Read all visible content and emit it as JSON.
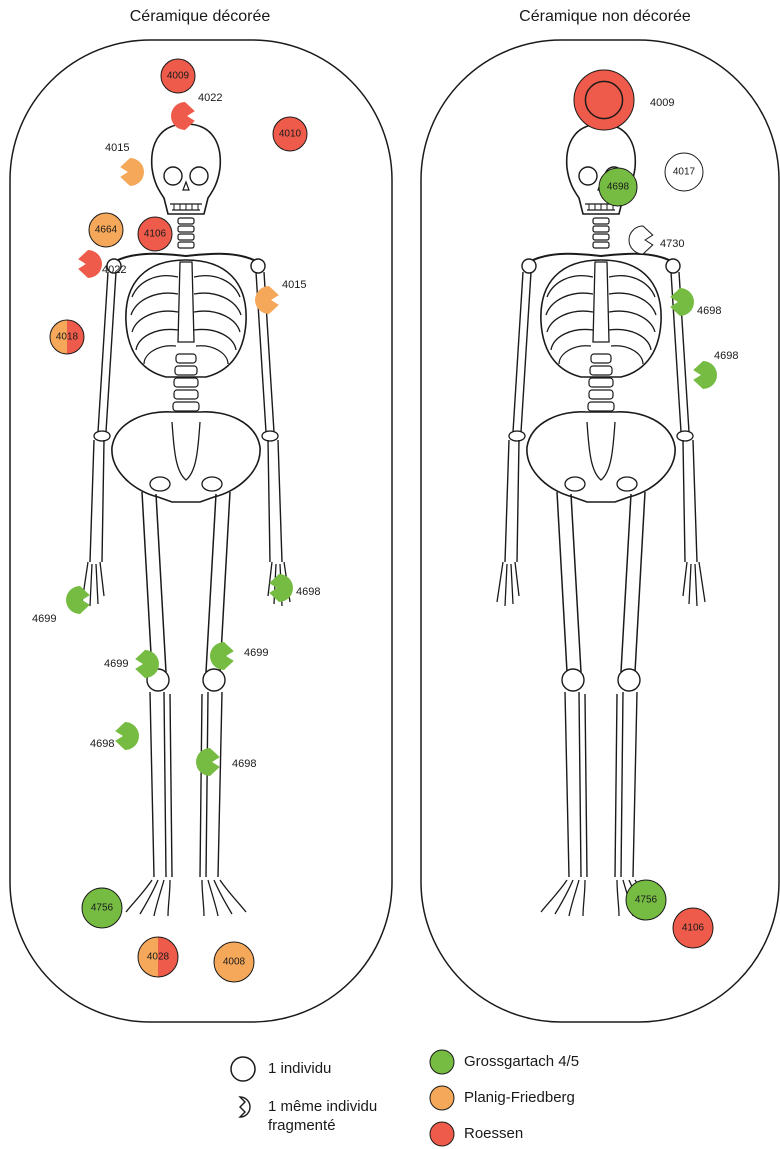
{
  "panels": {
    "left": {
      "title": "Céramique décorée"
    },
    "right": {
      "title": "Céramique non décorée"
    }
  },
  "colors": {
    "grossgartach": "#76bc43",
    "planig": "#f6a85a",
    "roessen": "#ef5b4a",
    "outline": "#1a1a1a",
    "blank": "#ffffff"
  },
  "left_markers": [
    {
      "label": "4009",
      "type": "circle",
      "color": "roessen",
      "label_inside": true
    },
    {
      "label": "4022",
      "type": "fragment",
      "color": "roessen"
    },
    {
      "label": "4010",
      "type": "circle",
      "color": "roessen",
      "label_inside": true
    },
    {
      "label": "4015",
      "type": "fragment",
      "color": "planig"
    },
    {
      "label": "4664",
      "type": "circle",
      "color": "planig",
      "label_inside": true
    },
    {
      "label": "4106",
      "type": "circle",
      "color": "roessen",
      "label_inside": true
    },
    {
      "label": "4022",
      "type": "fragment",
      "color": "roessen"
    },
    {
      "label": "4015",
      "type": "fragment",
      "color": "planig"
    },
    {
      "label": "4018",
      "type": "split",
      "color": "planig",
      "color2": "roessen",
      "label_inside": true
    },
    {
      "label": "4699",
      "type": "fragment",
      "color": "grossgartach"
    },
    {
      "label": "4698",
      "type": "fragment",
      "color": "grossgartach"
    },
    {
      "label": "4699",
      "type": "fragment",
      "color": "grossgartach"
    },
    {
      "label": "4699",
      "type": "fragment",
      "color": "grossgartach"
    },
    {
      "label": "4698",
      "type": "fragment",
      "color": "grossgartach"
    },
    {
      "label": "4698",
      "type": "fragment",
      "color": "grossgartach"
    },
    {
      "label": "4756",
      "type": "circle",
      "color": "grossgartach",
      "label_inside": true
    },
    {
      "label": "4028",
      "type": "split",
      "color": "planig",
      "color2": "roessen",
      "label_inside": true
    },
    {
      "label": "4008",
      "type": "circle",
      "color": "planig",
      "label_inside": true
    }
  ],
  "right_markers": [
    {
      "label": "4009",
      "type": "double",
      "color": "roessen"
    },
    {
      "label": "4017",
      "type": "circle",
      "color": "blank",
      "label_inside": true
    },
    {
      "label": "4698",
      "type": "circle",
      "color": "grossgartach",
      "label_inside": true
    },
    {
      "label": "4730",
      "type": "fragment",
      "color": "blank"
    },
    {
      "label": "4698",
      "type": "fragment",
      "color": "grossgartach"
    },
    {
      "label": "4698",
      "type": "fragment",
      "color": "grossgartach"
    },
    {
      "label": "4756",
      "type": "circle",
      "color": "grossgartach",
      "label_inside": true
    },
    {
      "label": "4106",
      "type": "circle",
      "color": "roessen",
      "label_inside": true
    }
  ],
  "legend": {
    "individu": "1 individu",
    "fragment_line1": "1 même  individu",
    "fragment_line2": "fragmenté",
    "grossgartach": "Grossgartach 4/5",
    "planig": "Planig-Friedberg",
    "roessen": "Roessen"
  }
}
